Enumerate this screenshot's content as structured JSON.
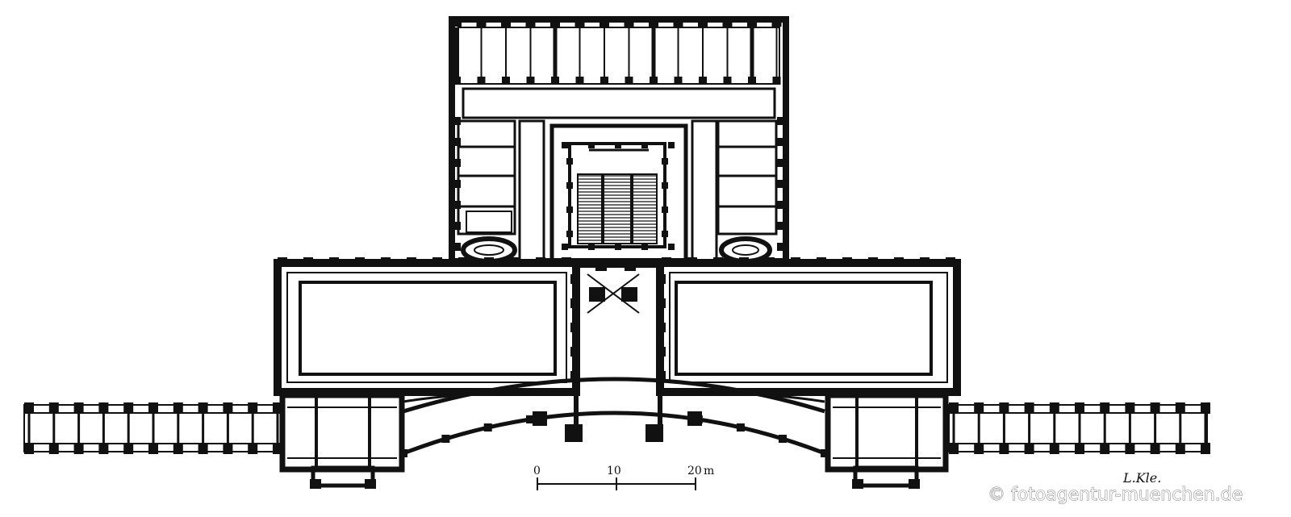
{
  "scale_bar": {
    "tick_0": "0",
    "tick_10": "10",
    "tick_20": "20",
    "unit": "m"
  },
  "signature": "L.Kle.",
  "watermark": "© fotoagentur-muenchen.de",
  "colors": {
    "ink": "#111111",
    "paper": "#ffffff",
    "hatch": "#444444"
  }
}
